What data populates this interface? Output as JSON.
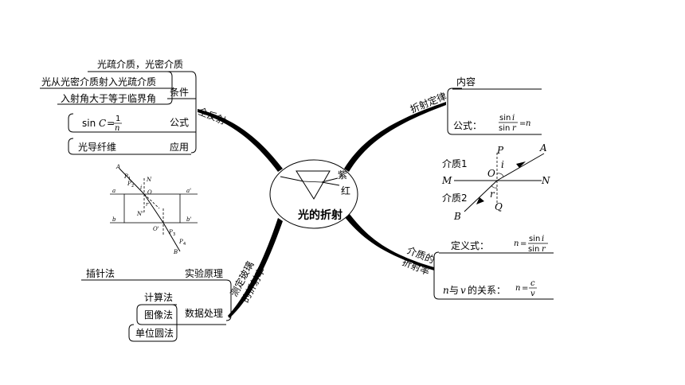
{
  "center": {
    "title": "光的折射",
    "violet": "紫",
    "red": "红"
  },
  "total_reflection": {
    "title": "全反射",
    "condition_label": "条件",
    "conditions": [
      "光疏介质，光密介质",
      "光从光密介质射入光疏介质",
      "入射角大于等于临界角"
    ],
    "formula_label": "公式",
    "formula": {
      "lhs": "sin",
      "var": "C",
      "eq": "=",
      "num": "1",
      "den": "n"
    },
    "application_label": "应用",
    "application": "光导纤维"
  },
  "law": {
    "title": "折射定律",
    "content_label": "内容",
    "formula_label": "公式：",
    "formula": {
      "num": "sin",
      "num_var": "i",
      "den": "sin",
      "den_var": "r",
      "eq": "=",
      "rhs": "n"
    }
  },
  "refraction_figure": {
    "medium1": "介质1",
    "medium2": "介质2",
    "P": "P",
    "O": "O",
    "i": "i",
    "A": "A",
    "M": "M",
    "N": "N",
    "r": "r",
    "Q": "Q",
    "B": "B"
  },
  "index": {
    "title_line1": "介质的",
    "title_line2": "折射率",
    "definition_label": "定义式：",
    "definition": {
      "lhs": "n",
      "eq": "=",
      "num": "sin",
      "num_var": "i",
      "den": "sin",
      "den_var": "r"
    },
    "relation_label_n": "n",
    "relation_label_mid": "与",
    "relation_label_v": "v",
    "relation_label_tail": "的关系：",
    "relation": {
      "lhs": "n",
      "eq": "=",
      "num": "c",
      "den": "v"
    }
  },
  "glass_figure": {
    "A": "A",
    "P1": "P",
    "P1_sub": "1",
    "P2": "P",
    "P2_sub": "2",
    "N": "N",
    "i": "i",
    "a": "a",
    "a_prime": "a'",
    "O": "O",
    "r": "r",
    "N_prime": "N'",
    "b": "b",
    "b_prime": "b'",
    "O_prime": "O'",
    "P3": "P",
    "P3_sub": "3",
    "P4": "P",
    "P4_sub": "4",
    "B": "B"
  },
  "measure": {
    "title_line1": "测定玻璃",
    "title_line2": "的折射率",
    "principle_label": "实验原理",
    "principle": "插针法",
    "data_label": "数据处理",
    "methods": [
      "计算法",
      "图像法",
      "单位圆法"
    ]
  }
}
